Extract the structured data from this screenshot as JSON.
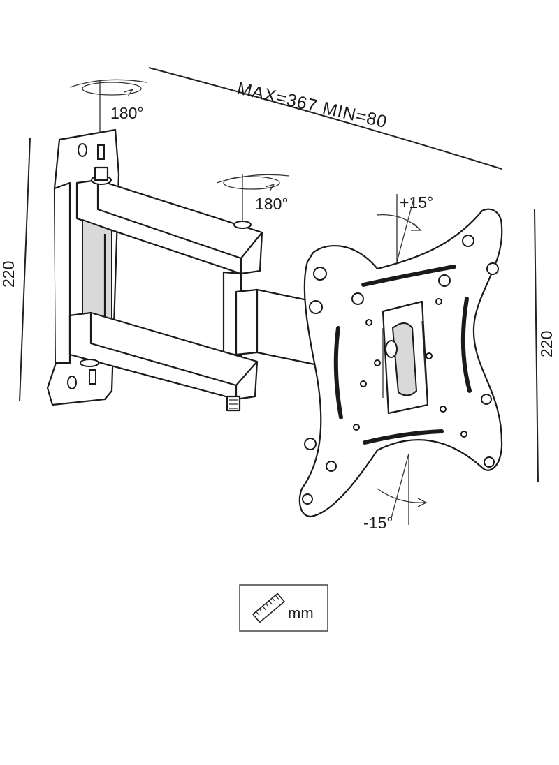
{
  "dimensions": {
    "extension": "MAX=367   MIN=80",
    "height_left": "220",
    "height_right": "220"
  },
  "rotations": {
    "wall_swivel": "180°",
    "arm_swivel": "180°",
    "tilt_up": "+15°",
    "tilt_down": "-15°"
  },
  "unit_box": {
    "label": "mm",
    "icon": "ruler-icon"
  }
}
